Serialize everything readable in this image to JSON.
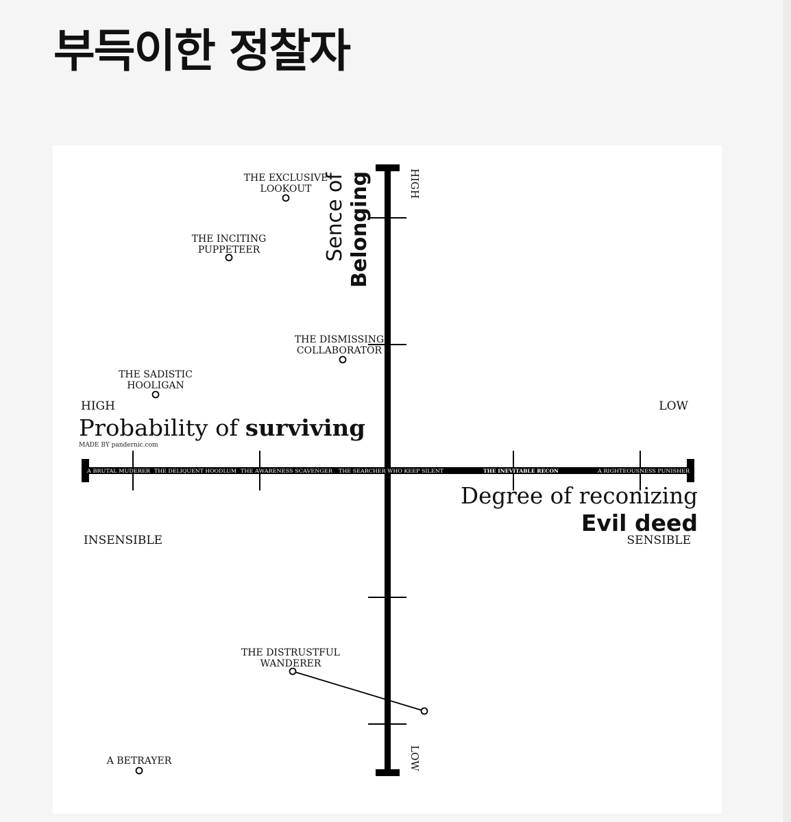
{
  "page": {
    "title": "부득이한 정찰자"
  },
  "diagram": {
    "vertical_axis": {
      "title_line1": "Sence of",
      "title_line2": "Belonging",
      "top_label": "HIGH",
      "bottom_label": "LOW"
    },
    "horizontal_axis": {
      "left_high": "HIGH",
      "left_title_prefix": "Probability of ",
      "left_title_bold": "surviving",
      "right_low": "LOW",
      "right_title_line1": "Degree of reconizing",
      "right_title_line2": "Evil deed",
      "left_bottom": "INSENSIBLE",
      "right_bottom": "SENSIBLE"
    },
    "credit": "MADE BY pandernic.com",
    "axis_bar_labels": [
      "A BRUTAL MUDERER",
      "THE DELIQUENT HOODLUM",
      "THE AWARENESS SCAVENGER",
      "THE SEARCHER WHO KEEP SILENT",
      "THE INEVITABLE RECON",
      "A RIGHTEOUSNESS PUNISHER"
    ],
    "points": [
      {
        "line1": "THE EXCLUSIVE",
        "line2": "LOOKOUT"
      },
      {
        "line1": "THE INCITING",
        "line2": "PUPPETEER"
      },
      {
        "line1": "THE DISMISSING",
        "line2": "COLLABORATOR"
      },
      {
        "line1": "THE SADISTIC",
        "line2": "HOOLIGAN"
      },
      {
        "line1": "THE DISTRUSTFUL",
        "line2": "WANDERER"
      },
      {
        "line1": "A BETRAYER",
        "line2": ""
      }
    ]
  }
}
